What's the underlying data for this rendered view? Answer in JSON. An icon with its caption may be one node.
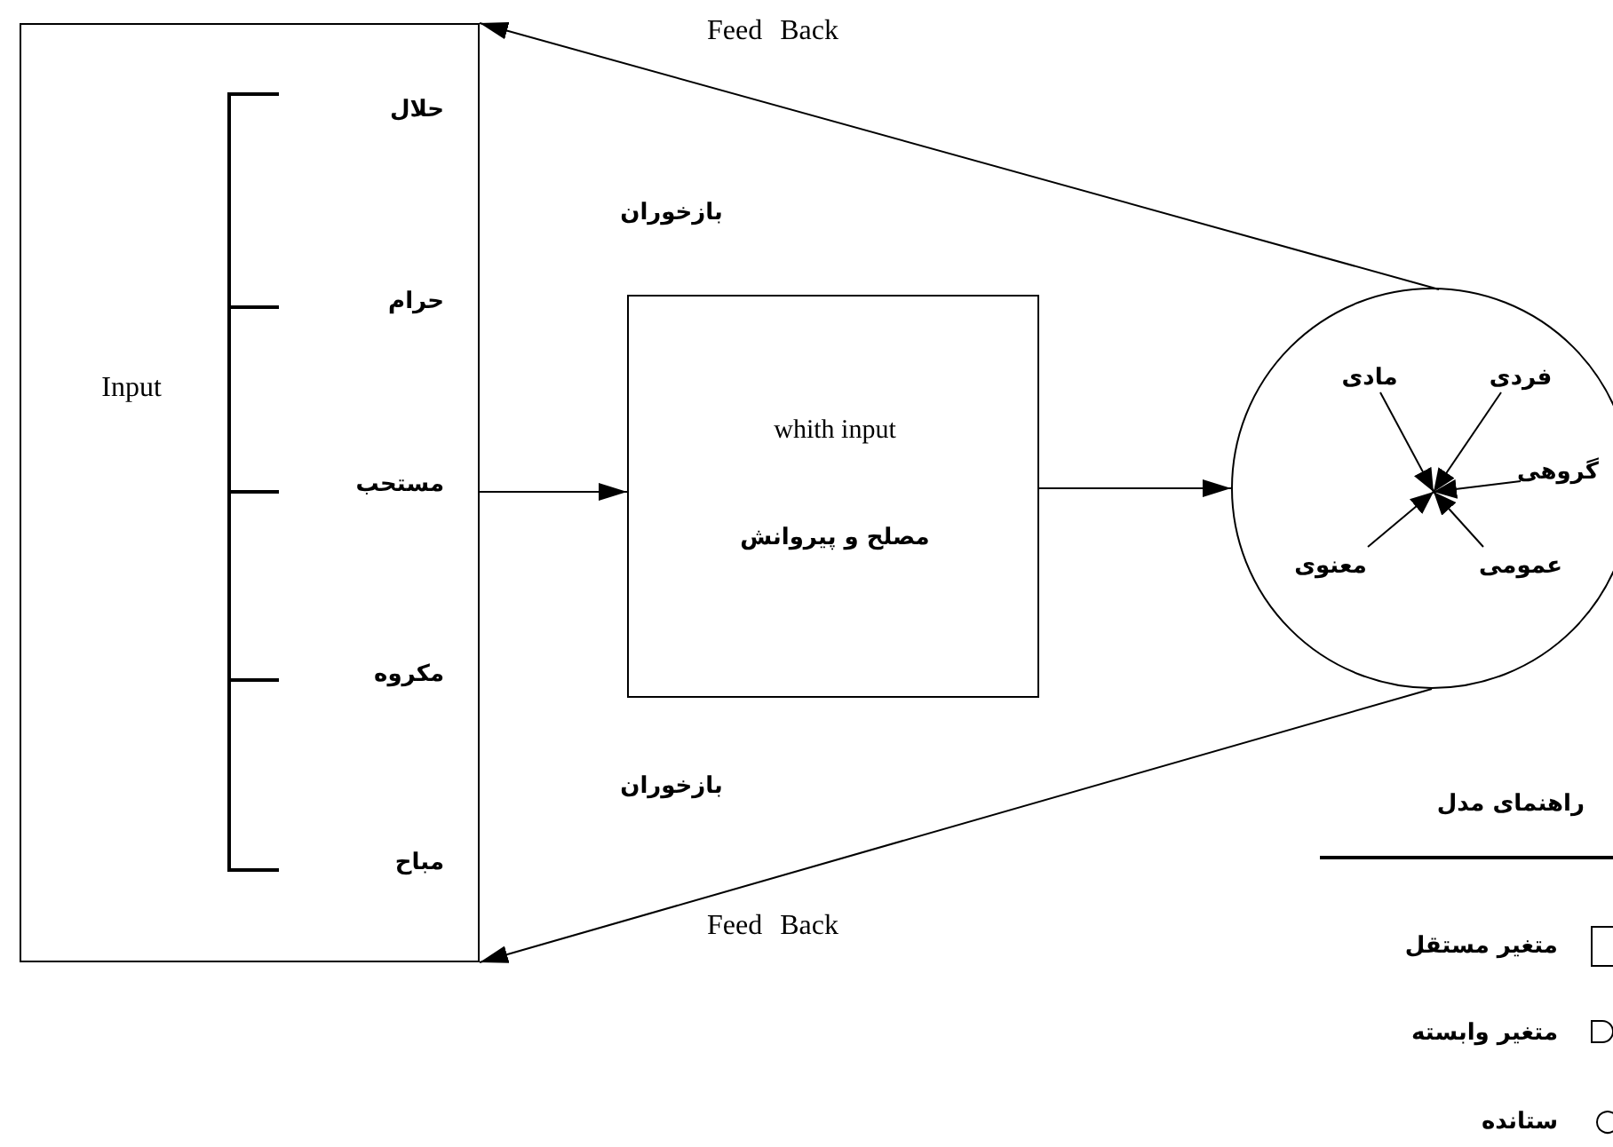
{
  "diagram": {
    "nodes": [
      {
        "text": [
          "Input"
        ]
      },
      {
        "text": [
          "whith input",
          "مصلح و پیروانش"
        ]
      },
      {
        "text": [],
        "shape": "circle"
      },
      {
        "text": [
          "مادی"
        ],
        "in": 2
      },
      {
        "text": [
          "فردی"
        ],
        "in": 2
      },
      {
        "text": [
          "گروهی"
        ],
        "in": 2
      },
      {
        "text": [
          "معنوی"
        ],
        "in": 2
      },
      {
        "text": [
          "عمومی"
        ],
        "in": 2
      }
    ],
    "edges": [
      {
        "from": 0,
        "to": 1,
        "arrow": "to"
      },
      {
        "from": 1,
        "to": 2,
        "arrow": "to"
      },
      {
        "from": 2,
        "to": 0,
        "arrow": "to",
        "label": "Feed Back"
      },
      {
        "from": 2,
        "to": 0,
        "arrow": "to",
        "label": "Feed Back"
      },
      {
        "from": 3,
        "to": null,
        "arrow": "to"
      },
      {
        "from": 4,
        "to": null,
        "arrow": "to"
      },
      {
        "from": 5,
        "to": null,
        "arrow": "to"
      },
      {
        "from": 6,
        "to": null,
        "arrow": "to"
      },
      {
        "from": 7,
        "to": null,
        "arrow": "to"
      }
    ],
    "labels": [
      "بازخوران",
      "حلال",
      "حرام",
      "مستحب",
      "مکروه",
      "بازخوران",
      "مباح",
      "راهنمای مدل"
    ],
    "legend": [
      {
        "text": "متغیر مستقل"
      },
      {
        "text": "متغیر وابسته"
      },
      {
        "text": "ستانده"
      }
    ]
  }
}
